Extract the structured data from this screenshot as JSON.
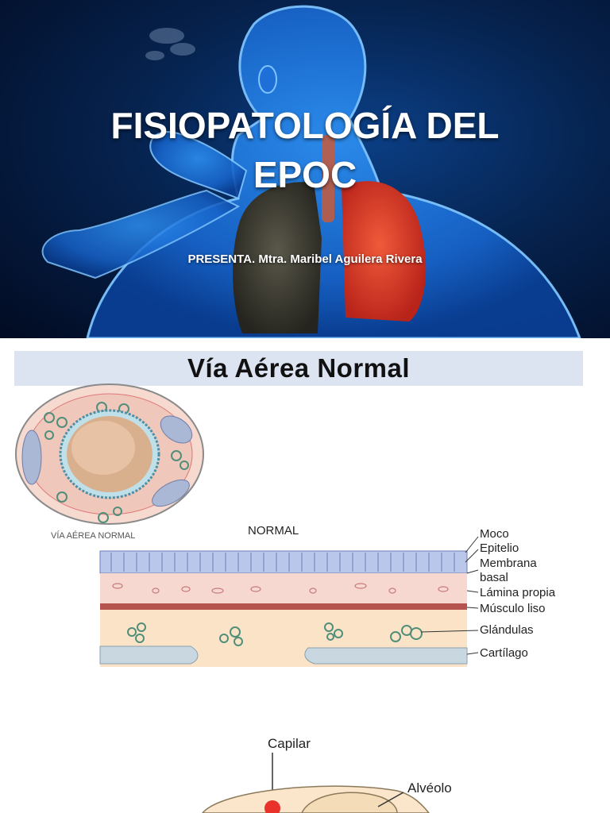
{
  "slide1": {
    "title_line1": "FISIOPATOLOGÍA DEL",
    "title_line2": "EPOC",
    "subtitle": "PRESENTA. Mtra. Maribel Aguilera Rivera"
  },
  "slide2": {
    "banner": "Vía Aérea Normal",
    "airway_caption": "VÍA AÉREA NORMAL",
    "section_label": "NORMAL",
    "layers": [
      "Moco",
      "Epitelio",
      "Membrana",
      "basal",
      "Lámina propia",
      "Músculo liso",
      "Glándulas",
      "Cartílago"
    ],
    "capillary_label": "Capilar",
    "alveolus_label": "Alvéolo"
  },
  "colors": {
    "body_blue": "#1f7fe6",
    "diseased_lung": "#3b3a32",
    "healthy_lung": "#d63a2a",
    "banner_bg": "#dce4f2"
  }
}
